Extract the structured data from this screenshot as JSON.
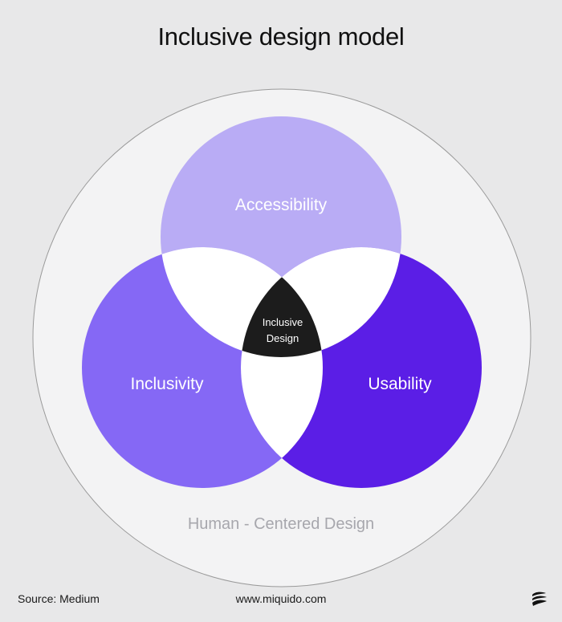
{
  "title": "Inclusive design model",
  "outer_label": "Human - Centered Design",
  "circles": {
    "top": {
      "label": "Accessibility",
      "color": "#b9acf5"
    },
    "left": {
      "label": "Inclusivity",
      "color": "#8568f5"
    },
    "right": {
      "label": "Usability",
      "color": "#5b1ee6"
    }
  },
  "center": {
    "line1": "Inclusive",
    "line2": "Design",
    "color": "#1c1c1c"
  },
  "outer_circle_color": "#f3f3f4",
  "footer": {
    "source": "Source: Medium",
    "website": "www.miquido.com"
  },
  "logo_icon": "miquido-logo-icon"
}
